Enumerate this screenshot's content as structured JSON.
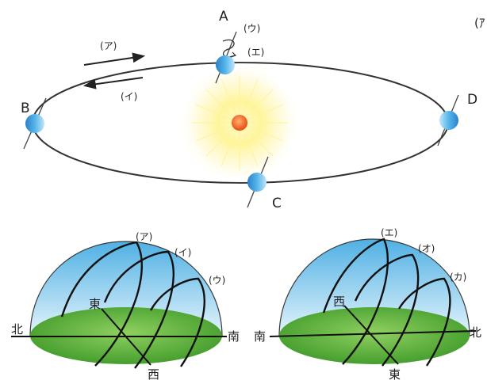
{
  "orbit": {
    "positions": {
      "a": "A",
      "b": "B",
      "c": "C",
      "d": "D"
    },
    "direction_labels": {
      "forward": "(ア)",
      "backward": "(イ)"
    },
    "axis_labels": {
      "u": "(ウ)",
      "e": "(エ)"
    },
    "corner_label": "(ｱ"
  },
  "dome_left": {
    "path_labels": [
      "(ア)",
      "(イ)",
      "(ウ)"
    ],
    "directions": {
      "north": "北",
      "south": "南",
      "east": "東",
      "west": "西"
    }
  },
  "dome_right": {
    "path_labels": [
      "(エ)",
      "(オ)",
      "(カ)"
    ],
    "directions": {
      "south": "南",
      "north": "北",
      "west": "西",
      "east": "東"
    }
  },
  "colors": {
    "sky_top": "#5fb8e6",
    "sky_bottom": "#e8f6fc",
    "ground": "#5aa83a",
    "sun_core": "#f06020",
    "sun_glow": "#fff060",
    "earth": "#3a9bd8"
  }
}
